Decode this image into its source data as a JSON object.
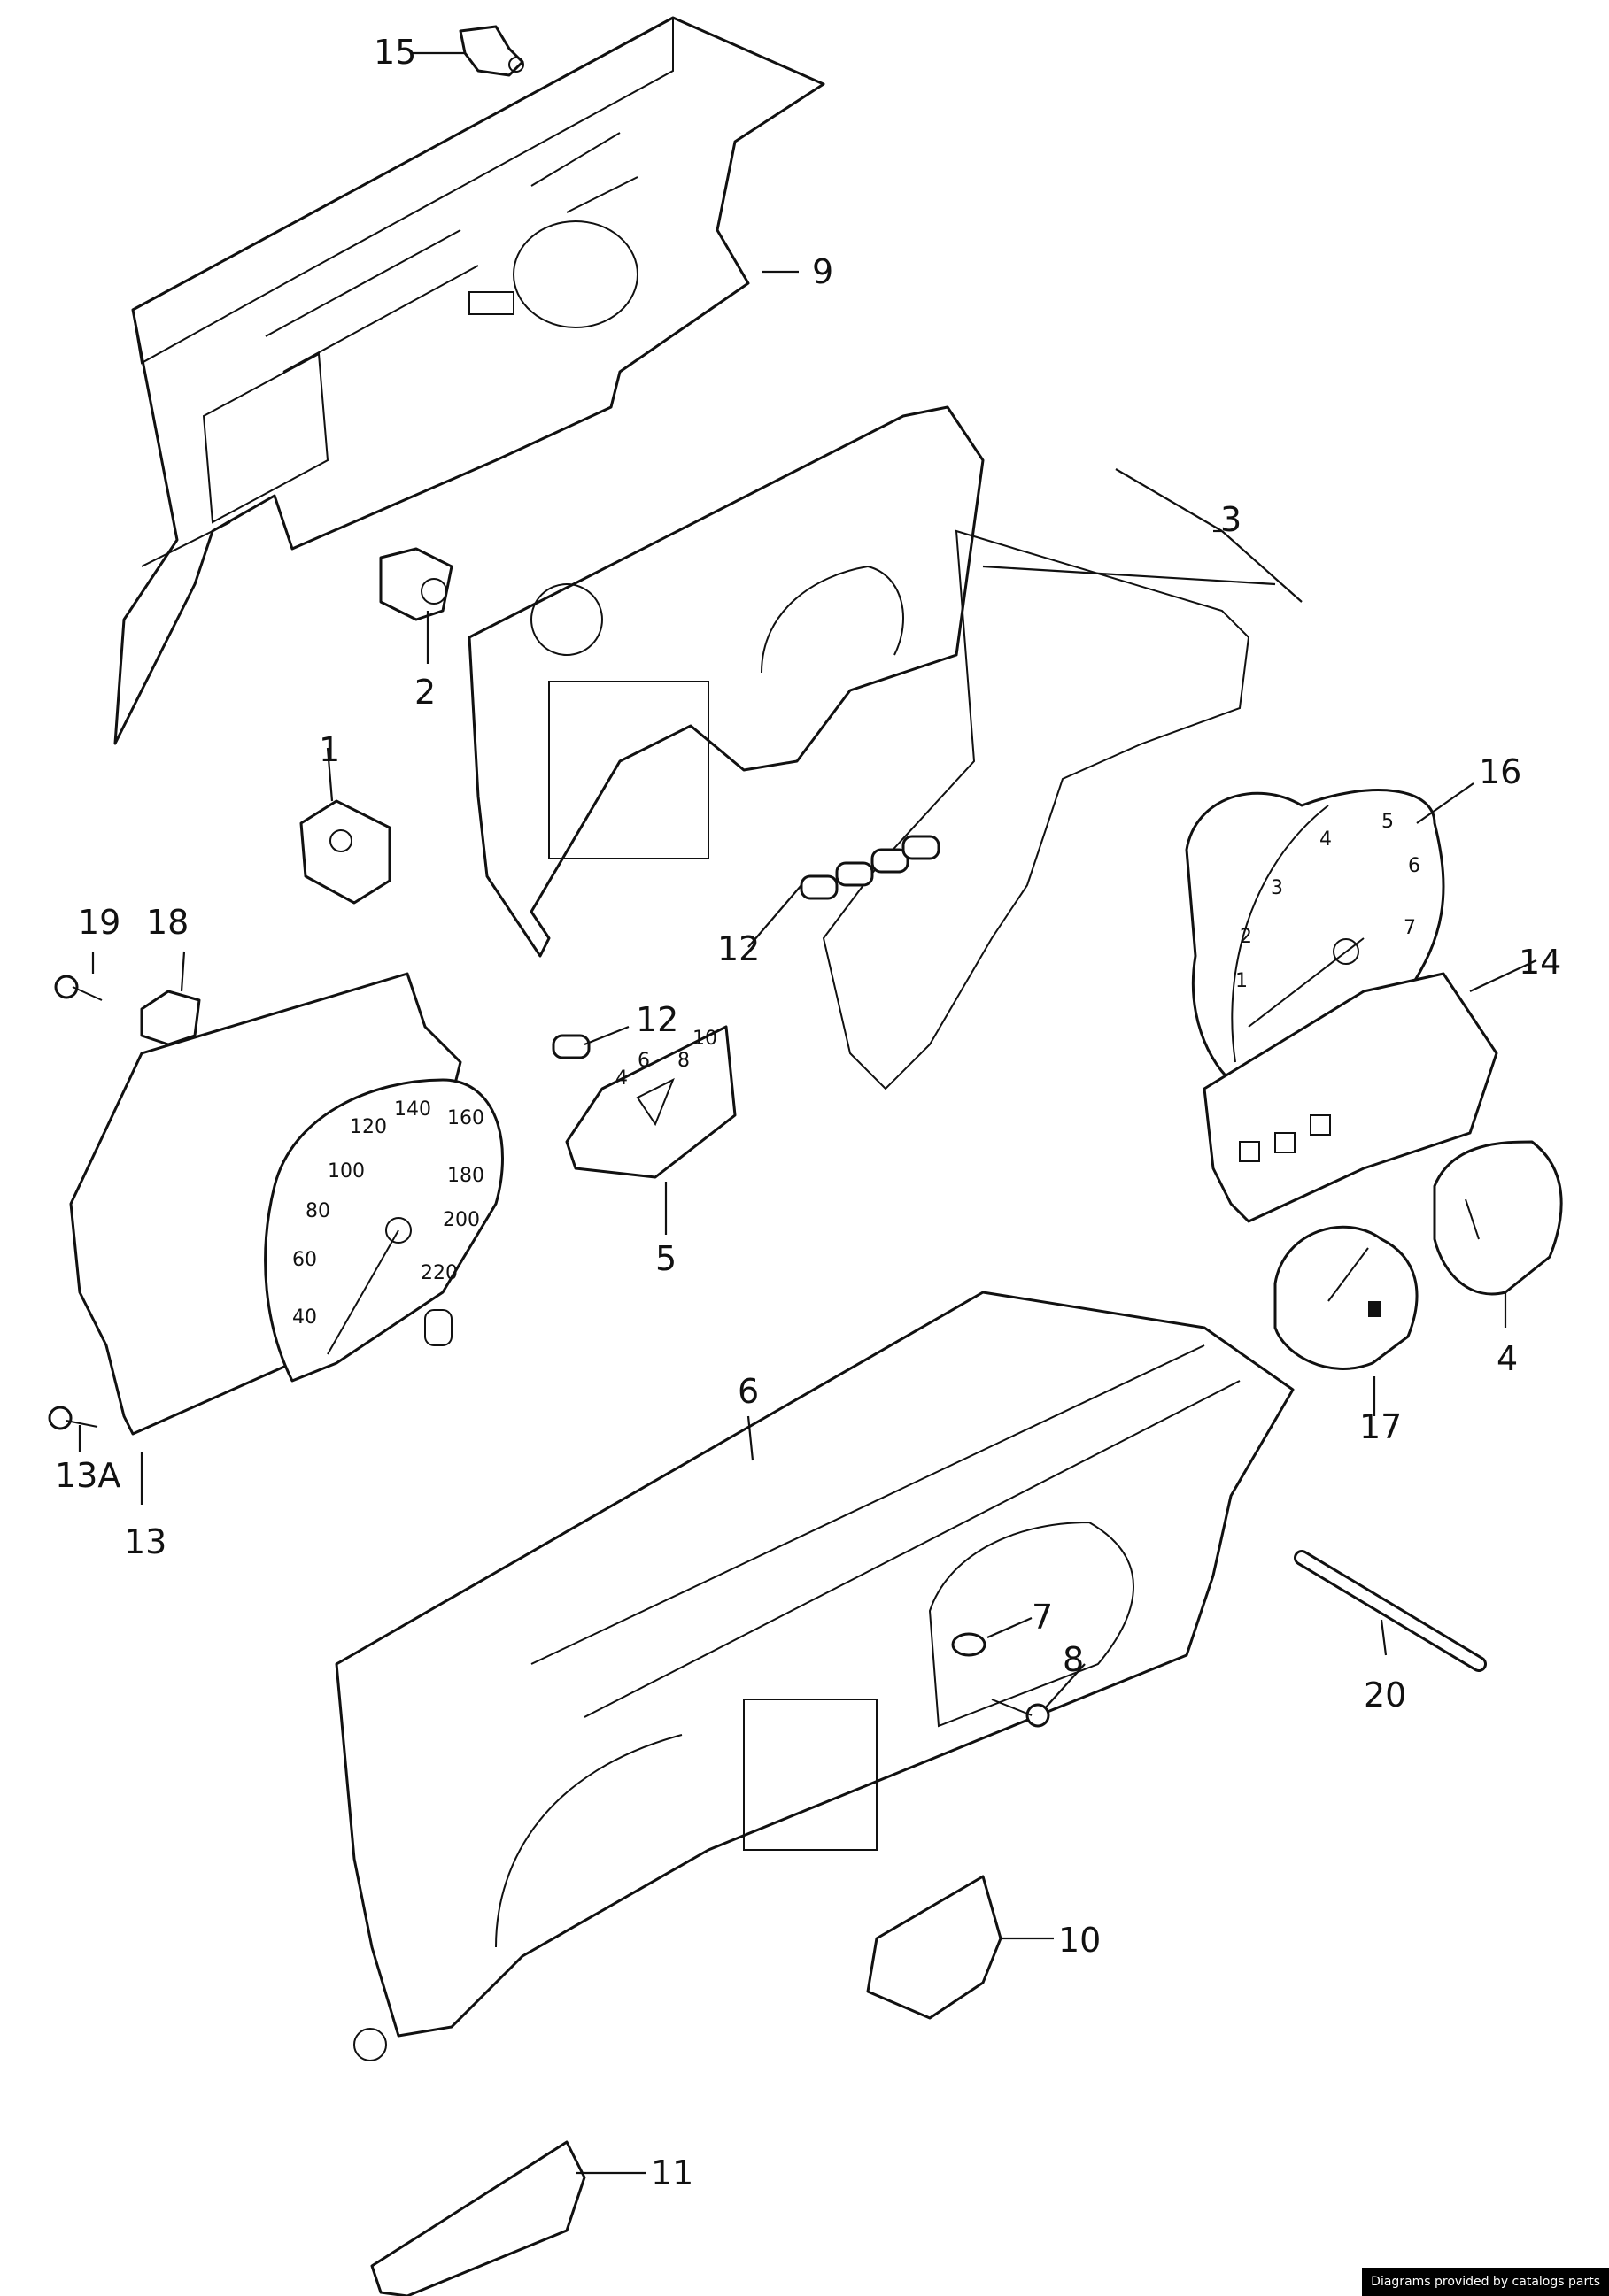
{
  "callouts": {
    "p1": "1",
    "p2": "2",
    "p3": "3",
    "p4": "4",
    "p5": "5",
    "p6": "6",
    "p7": "7",
    "p8": "8",
    "p9": "9",
    "p10": "10",
    "p11": "11",
    "p12a": "12",
    "p12b": "12",
    "p13": "13",
    "p13a": "13A",
    "p14": "14",
    "p15": "15",
    "p16": "16",
    "p17": "17",
    "p18": "18",
    "p19": "19",
    "p20": "20"
  },
  "speedometer_scale": [
    "40",
    "60",
    "80",
    "100",
    "120",
    "140",
    "160",
    "180",
    "200",
    "220"
  ],
  "tachometer_scale": [
    "1",
    "2",
    "3",
    "4",
    "5",
    "6",
    "7"
  ],
  "small_gauge_scale": [
    "4",
    "6",
    "8",
    "10"
  ],
  "credit": "Diagrams provided by catalogs parts"
}
